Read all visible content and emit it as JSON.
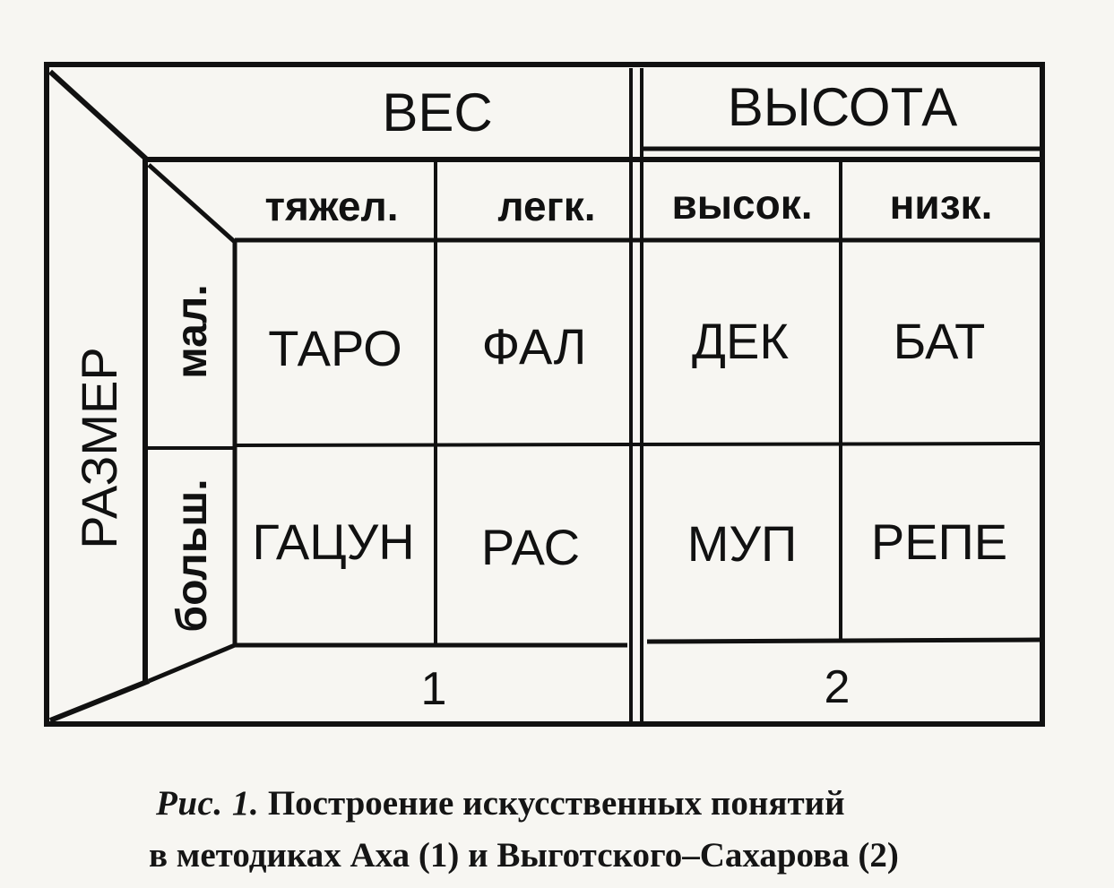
{
  "diagram": {
    "header": {
      "weight": "ВЕС",
      "height": "ВЫСОТА"
    },
    "subheader": {
      "heavy": "тяжел.",
      "light": "легк.",
      "tall": "высок.",
      "short": "низк."
    },
    "left": {
      "size": "РАЗМЕР",
      "small": "мал.",
      "big": "больш."
    },
    "cells": {
      "r1c1": "ТАРО",
      "r1c2": "ФАЛ",
      "r1c3": "ДЕК",
      "r1c4": "БАТ",
      "r2c1": "ГАЦУН",
      "r2c2": "РАС",
      "r2c3": "МУП",
      "r2c4": "РЕПЕ"
    },
    "footer": {
      "method1": "1",
      "method2": "2"
    }
  },
  "caption": {
    "label": "Рис. 1.",
    "line1": "Построение искусственных понятий",
    "line2": "в методиках Аха (1) и Выготского–Сахарова (2)"
  }
}
